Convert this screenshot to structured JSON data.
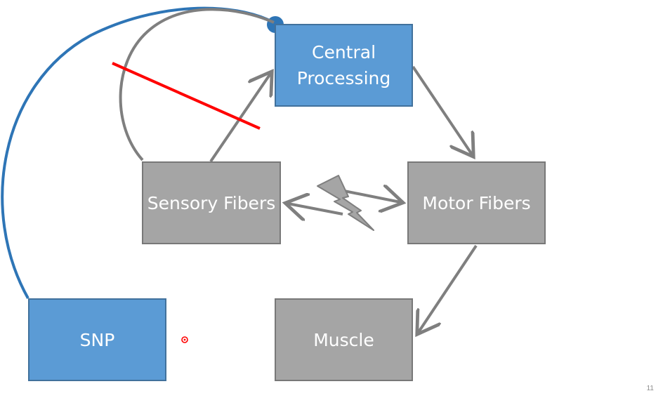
{
  "nodes": {
    "central": "Central\nProcessing",
    "sensory": "Sensory Fibers",
    "motor": "Motor Fibers",
    "snp": "SNP",
    "muscle": "Muscle"
  },
  "page_number": "11",
  "colors": {
    "blue_fill": "#5b9bd5",
    "blue_border": "#41719c",
    "gray_fill": "#a5a5a5",
    "gray_border": "#787878",
    "arrow": "#7f7f7f",
    "blue_line": "#2e75b6",
    "cross_out": "#ff0000",
    "lightning_fill": "#a5a5a5",
    "lightning_stroke": "#7f7f7f",
    "pointer": "#ff0000"
  },
  "icons": {
    "lightning": "lightning-bolt-icon",
    "pointer": "laser-pointer-icon"
  }
}
